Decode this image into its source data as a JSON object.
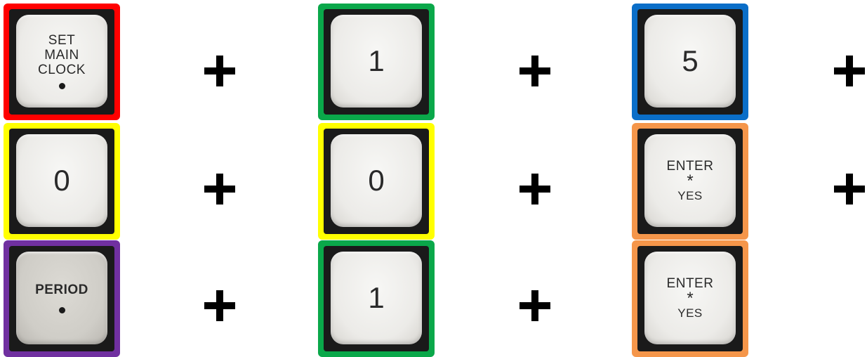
{
  "colors": {
    "red": "#ff0000",
    "green": "#0aa84a",
    "blue": "#0a6ec8",
    "yellow": "#ffff00",
    "orange": "#f5964a",
    "purple": "#7030a0"
  },
  "rows": [
    {
      "keys": [
        {
          "color": "red",
          "lines": [
            "SET",
            "MAIN",
            "CLOCK"
          ],
          "dot": true
        },
        {
          "color": "green",
          "digit": "1"
        },
        {
          "color": "blue",
          "digit": "5"
        }
      ],
      "plus_count": 3
    },
    {
      "keys": [
        {
          "color": "yellow",
          "digit": "0"
        },
        {
          "color": "yellow",
          "digit": "0"
        },
        {
          "color": "orange",
          "lines": [
            "ENTER",
            "*",
            "YES"
          ]
        }
      ],
      "plus_count": 3
    },
    {
      "keys": [
        {
          "color": "purple",
          "lines": [
            "PERIOD"
          ],
          "dot": true
        },
        {
          "color": "green",
          "digit": "1"
        },
        {
          "color": "orange",
          "lines": [
            "ENTER",
            "*",
            "YES"
          ]
        }
      ],
      "plus_count": 2
    }
  ],
  "plus_icon": "plus-icon",
  "labels": {
    "set": "SET",
    "main": "MAIN",
    "clock": "CLOCK",
    "one": "1",
    "five": "5",
    "zero": "0",
    "enter": "ENTER",
    "star": "*",
    "yes": "YES",
    "period": "PERIOD"
  }
}
